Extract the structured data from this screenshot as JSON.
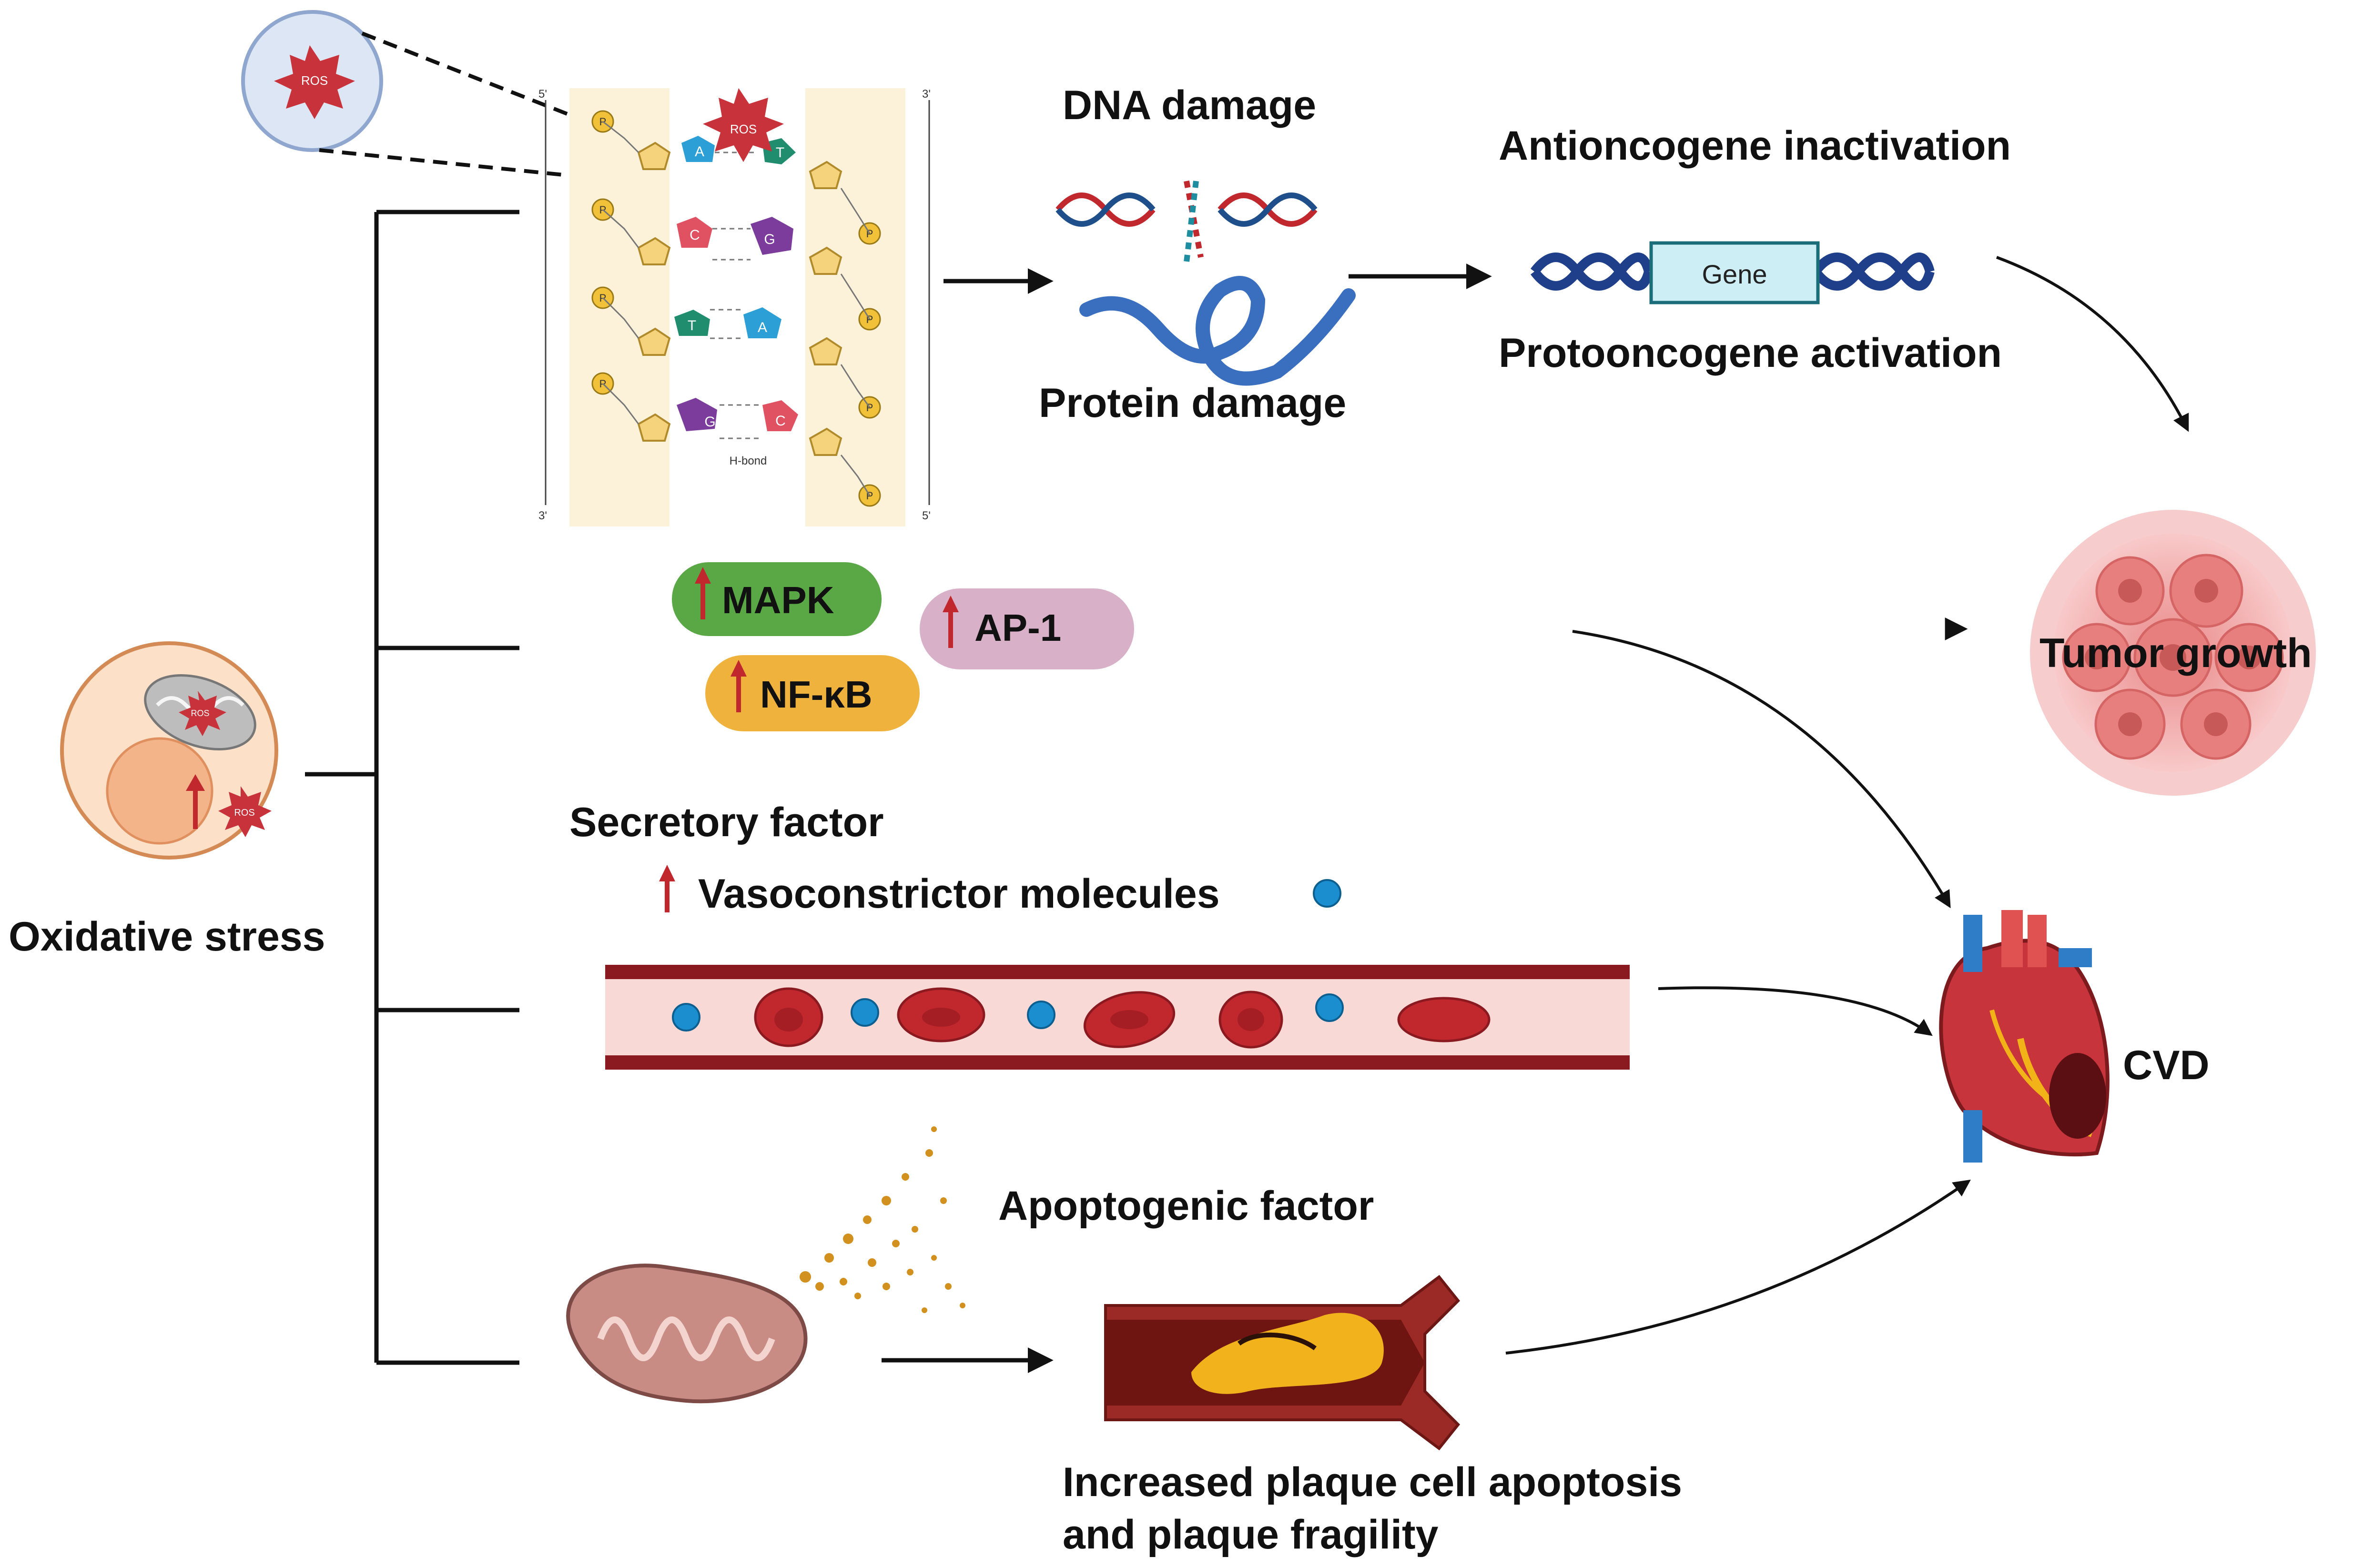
{
  "labels": {
    "oxidative_stress": "Oxidative stress",
    "dna_damage": "DNA damage",
    "protein_damage": "Protein  damage",
    "antioncogene": "Antioncogene inactivation",
    "protooncogene": "Protooncogene activation",
    "gene": "Gene",
    "tumor_growth": "Tumor growth",
    "mapk": "MAPK",
    "nfkb": "NF-κB",
    "ap1": "AP-1",
    "secretory_factor": "Secretory factor",
    "vasoconstrictor": "Vasoconstrictor molecules",
    "apoptogenic_factor": "Apoptogenic factor",
    "plaque_line1": "Increased plaque cell apoptosis",
    "plaque_line2": "and plaque fragility",
    "cvd": "CVD",
    "ros": "ROS",
    "h_bond": "H-bond",
    "prime5": "5'",
    "prime3": "3'",
    "phosphate": "P"
  },
  "bases": [
    {
      "left": "A",
      "right": "T"
    },
    {
      "left": "C",
      "right": "G"
    },
    {
      "left": "T",
      "right": "A"
    },
    {
      "left": "G",
      "right": "C"
    }
  ],
  "colors": {
    "mapk": "#5aa845",
    "nfkb": "#efb23c",
    "ap1": "#d8b0c8",
    "up_arrow": "#c0282d",
    "ros": "#c8323a",
    "vessel": "#8a1a1f",
    "rbc": "#c0282d",
    "blue_dot": "#1b8ecf",
    "tumor": "#f2a6a6",
    "dna_blue": "#1f3f8a",
    "gene_box": "#cdeef5"
  }
}
